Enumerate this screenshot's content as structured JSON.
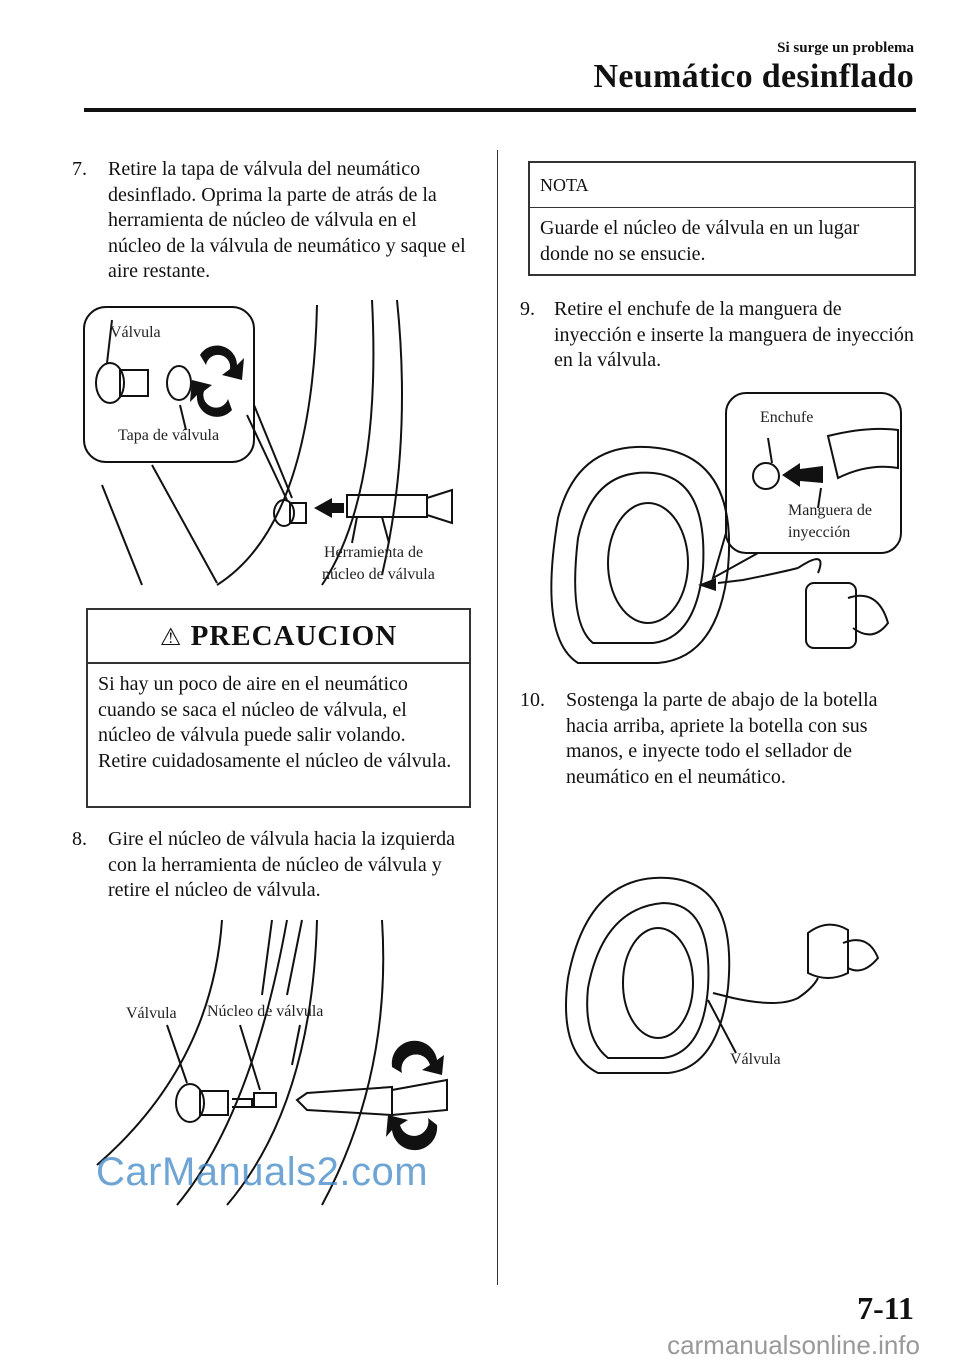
{
  "header": {
    "section": "Si surge un problema",
    "title": "Neumático desinflado"
  },
  "steps": {
    "s7": {
      "num": "7.",
      "text": "Retire la tapa de válvula del neumático desinflado. Oprima la parte de atrás de la herramienta de núcleo de válvula en el núcleo de la válvula de neumático y saque el aire restante."
    },
    "s8": {
      "num": "8.",
      "text": "Gire el núcleo de válvula hacia la izquierda con la herramienta de núcleo de válvula y retire el núcleo de válvula."
    },
    "s9": {
      "num": "9.",
      "text": "Retire el enchufe de la manguera de inyección e inserte la manguera de inyección en la válvula."
    },
    "s10": {
      "num": "10.",
      "text": "Sostenga la parte de abajo de la botella hacia arriba, apriete la botella con sus manos, e inyecte todo el sellador de neumático en el neumático."
    }
  },
  "caution": {
    "title": "PRECAUCION",
    "text": "Si hay un poco de aire en el neumático cuando se saca el núcleo de válvula, el núcleo de válvula puede salir volando. Retire cuidadosamente el núcleo de válvula."
  },
  "note": {
    "title": "NOTA",
    "text": "Guarde el núcleo de válvula en un lugar donde no se ensucie."
  },
  "figures": {
    "fig1": {
      "valve": "Válvula",
      "cap": "Tapa de válvula",
      "tool_line1": "Herramienta de",
      "tool_line2": "núcleo de válvula"
    },
    "fig2": {
      "valve": "Válvula",
      "core": "Núcleo de válvula"
    },
    "fig3": {
      "plug": "Enchufe",
      "hose_line1": "Manguera de",
      "hose_line2": "inyección"
    },
    "fig4": {
      "valve": "Válvula"
    }
  },
  "watermark": "CarManuals2.com",
  "page_number": "7-11",
  "footer": "carmanualsonline.info",
  "colors": {
    "watermark": "#3f88c8",
    "footer": "#999999"
  }
}
